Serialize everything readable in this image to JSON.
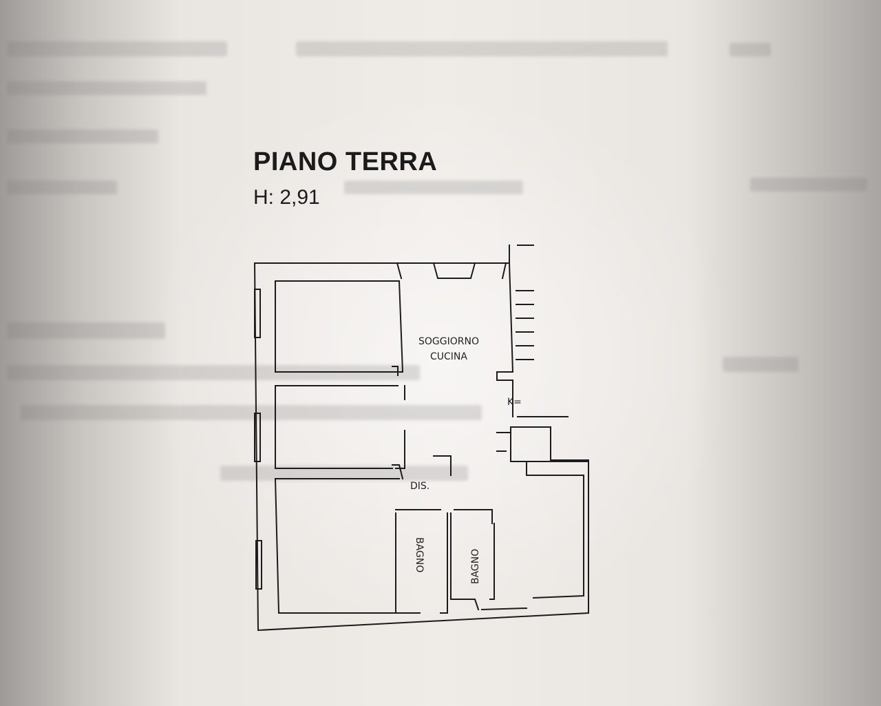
{
  "plan": {
    "title": "PIANO TERRA",
    "height_label": "H: 2,91"
  },
  "rooms": {
    "living_line1": "SOGGIORNO",
    "living_line2": "CUCINA",
    "hallway": "DIS.",
    "bath1": "BAGNO",
    "bath2": "BAGNO"
  },
  "kitchen_symbol": "K=",
  "colors": {
    "ink": "#1b1b1b",
    "paper": "#efebe7"
  }
}
